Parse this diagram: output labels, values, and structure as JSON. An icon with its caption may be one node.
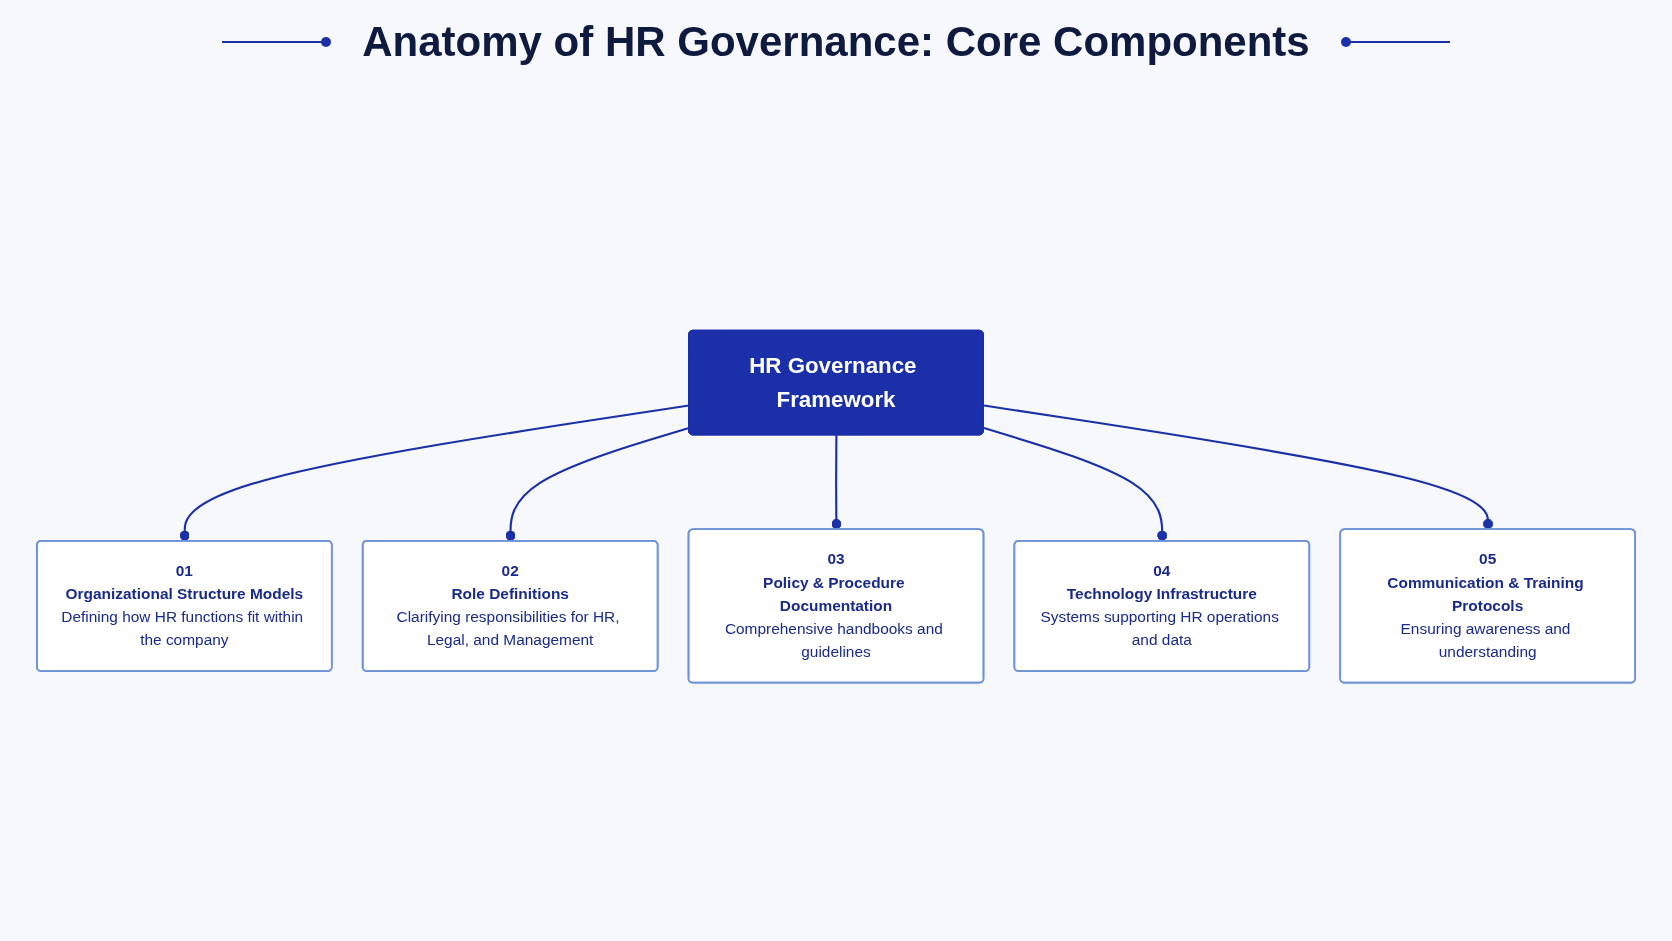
{
  "diagram": {
    "title": "Anatomy of HR Governance: Core Components",
    "nodes": [
      {
        "text": [
          "HR Governance Framework"
        ]
      },
      {
        "text": [
          "01",
          "Organizational Structure Models",
          "Defining how HR functions fit within the company"
        ]
      },
      {
        "text": [
          "02",
          "Role Definitions",
          "Clarifying responsibilities for HR, Legal, and Management"
        ]
      },
      {
        "text": [
          "03",
          "Policy & Procedure Documentation",
          "Comprehensive handbooks and guidelines"
        ]
      },
      {
        "text": [
          "04",
          "Technology Infrastructure",
          "Systems supporting HR operations and data"
        ]
      },
      {
        "text": [
          "05",
          "Communication & Training Protocols",
          "Ensuring awareness and understanding"
        ]
      }
    ],
    "edges": [
      {
        "from": 0,
        "to": 1,
        "arrow": "other"
      },
      {
        "from": 0,
        "to": 2,
        "arrow": "other"
      },
      {
        "from": 0,
        "to": 3,
        "arrow": "other"
      },
      {
        "from": 0,
        "to": 4,
        "arrow": "other"
      },
      {
        "from": 0,
        "to": 5,
        "arrow": "other"
      }
    ]
  }
}
